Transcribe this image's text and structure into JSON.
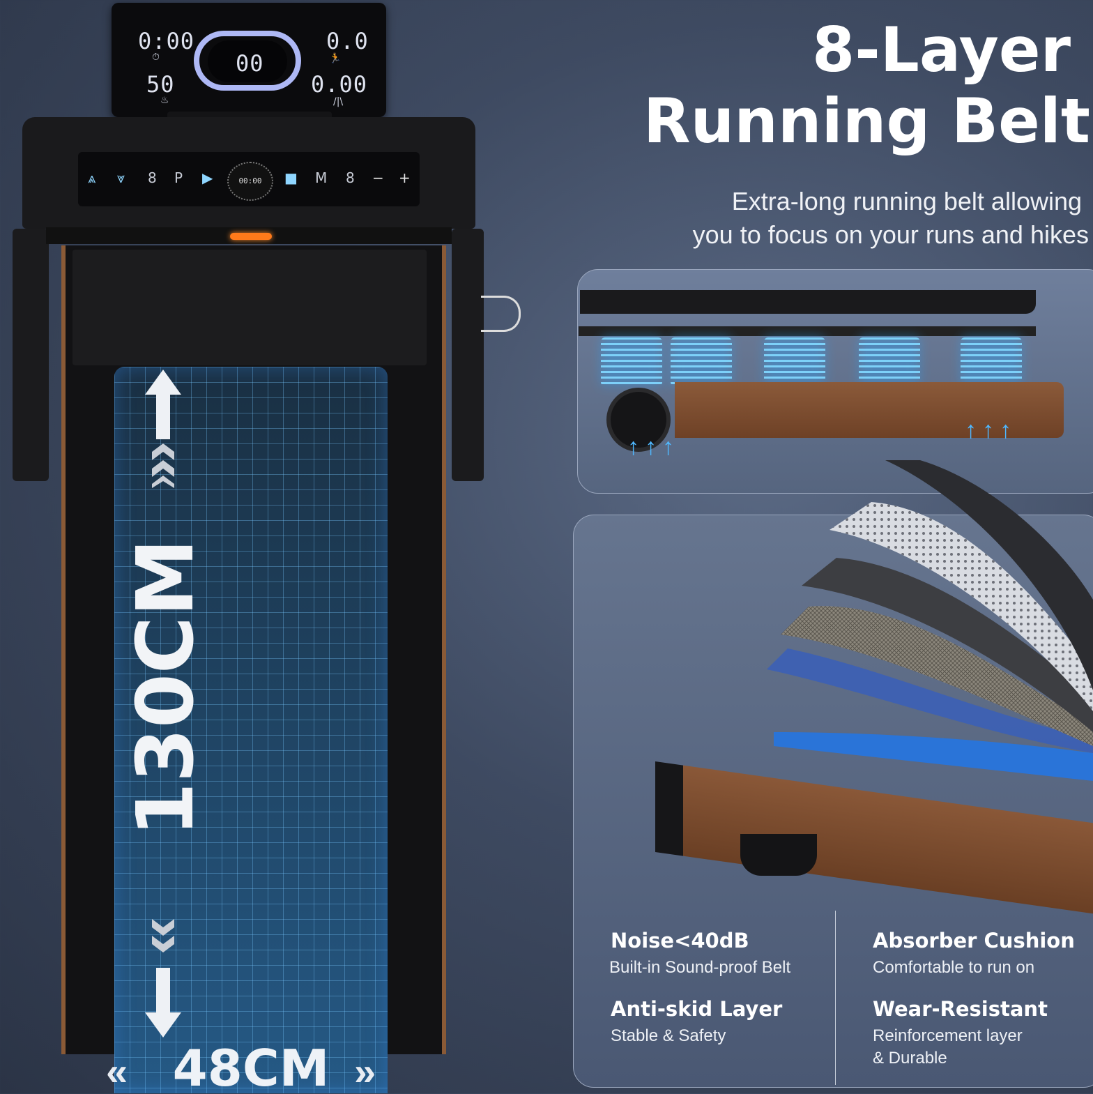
{
  "display": {
    "time": "0:00",
    "center": "00",
    "speed": "0.0",
    "calories": "50",
    "distance": "0.00",
    "time_icon": "⏱",
    "speed_icon": "🏃",
    "calories_icon": "♨",
    "distance_icon": "/|\\"
  },
  "panel": {
    "buttons": [
      "⩓",
      "⩔",
      "8",
      "P",
      "▶",
      "■",
      "M",
      "8",
      "−",
      "+"
    ],
    "dial": "00:00"
  },
  "dimensions": {
    "length": "130CM",
    "width": "48CM"
  },
  "heading": {
    "title_line1": "8-Layer",
    "title_line2": "Running Belt",
    "subtitle_line1": "Extra-long running belt allowing",
    "subtitle_line2": "you to focus on your runs and hikes"
  },
  "features": [
    {
      "title": "Noise<40dB",
      "desc": "Built-in Sound-proof Belt"
    },
    {
      "title": "Absorber Cushion",
      "desc": "Comfortable to run on"
    },
    {
      "title": "Anti-skid Layer",
      "desc": "Stable & Safety"
    },
    {
      "title": "Wear-Resistant",
      "desc_line1": "Reinforcement layer",
      "desc_line2": "& Durable"
    }
  ],
  "colors": {
    "accent_blue": "#4fb8ff",
    "wood": "#8b5a3a",
    "safety_key": "#ff7a1a"
  }
}
